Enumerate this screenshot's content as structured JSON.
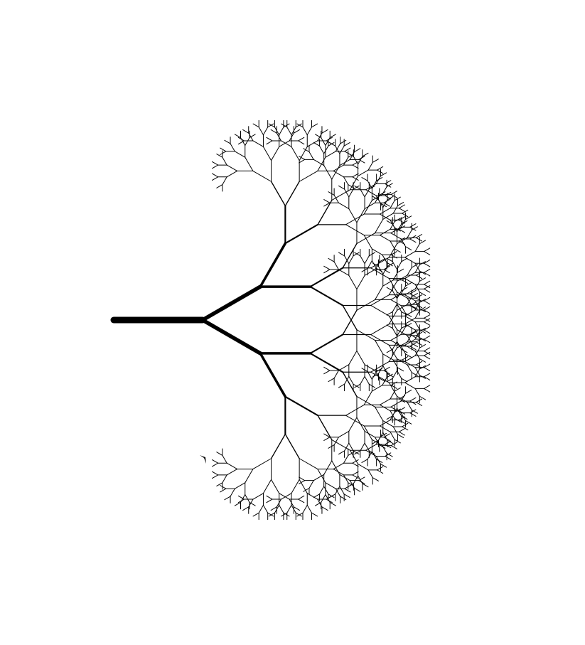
{
  "canvas": {
    "background": "#ffffff"
  },
  "fractal_tree": {
    "line_color": "#000000",
    "recursion_depth": 9,
    "branch_angle_degrees": 30,
    "length_ratio": 0.75,
    "initial_heading": "right",
    "cursor_icon": "turtle-arrow-icon"
  }
}
